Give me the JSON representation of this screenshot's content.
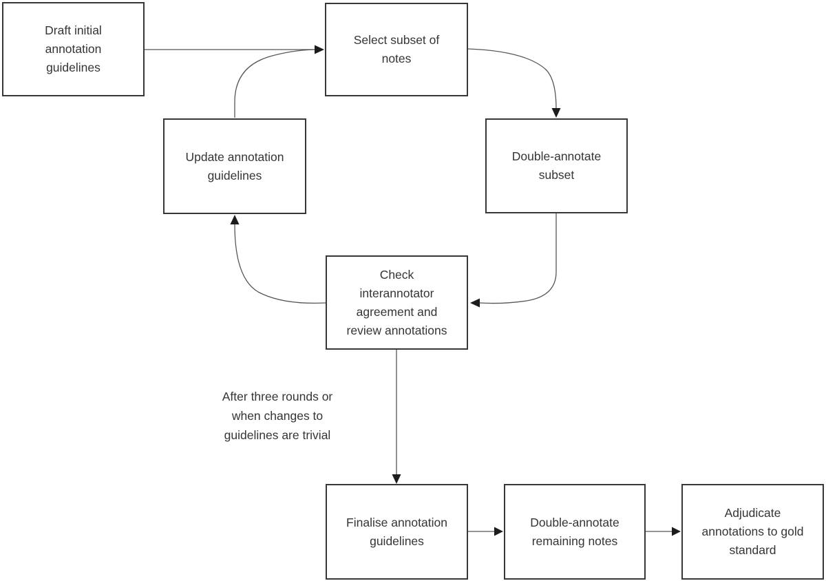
{
  "diagram": {
    "type": "flowchart",
    "nodes": [
      {
        "id": "draft-initial-guidelines",
        "label": "Draft initial\nannotation\nguidelines"
      },
      {
        "id": "select-subset",
        "label": "Select subset of\nnotes"
      },
      {
        "id": "update-guidelines",
        "label": "Update annotation\nguidelines"
      },
      {
        "id": "double-annotate-subset",
        "label": "Double-annotate\nsubset"
      },
      {
        "id": "check-agreement",
        "label": "Check\ninterannotator\nagreement and\nreview annotations"
      },
      {
        "id": "finalise-guidelines",
        "label": "Finalise annotation\nguidelines"
      },
      {
        "id": "double-annotate-remaining",
        "label": "Double-annotate\nremaining notes"
      },
      {
        "id": "adjudicate-gold-standard",
        "label": "Adjudicate\nannotations to gold\nstandard"
      }
    ],
    "annotation": {
      "text": "After three rounds or\nwhen changes to\nguidelines are trivial"
    },
    "edges": [
      {
        "from": "draft-initial-guidelines",
        "to": "select-subset"
      },
      {
        "from": "select-subset",
        "to": "double-annotate-subset"
      },
      {
        "from": "double-annotate-subset",
        "to": "check-agreement"
      },
      {
        "from": "check-agreement",
        "to": "update-guidelines"
      },
      {
        "from": "update-guidelines",
        "to": "select-subset"
      },
      {
        "from": "check-agreement",
        "to": "finalise-guidelines",
        "label": "After three rounds or when changes to guidelines are trivial"
      },
      {
        "from": "finalise-guidelines",
        "to": "double-annotate-remaining"
      },
      {
        "from": "double-annotate-remaining",
        "to": "adjudicate-gold-standard"
      }
    ],
    "colors": {
      "background": "#ffffff",
      "box_fill": "#ffffff",
      "box_border": "#373737",
      "line": "#565656",
      "arrowhead": "#1c1c1c",
      "text": "#353535"
    }
  }
}
